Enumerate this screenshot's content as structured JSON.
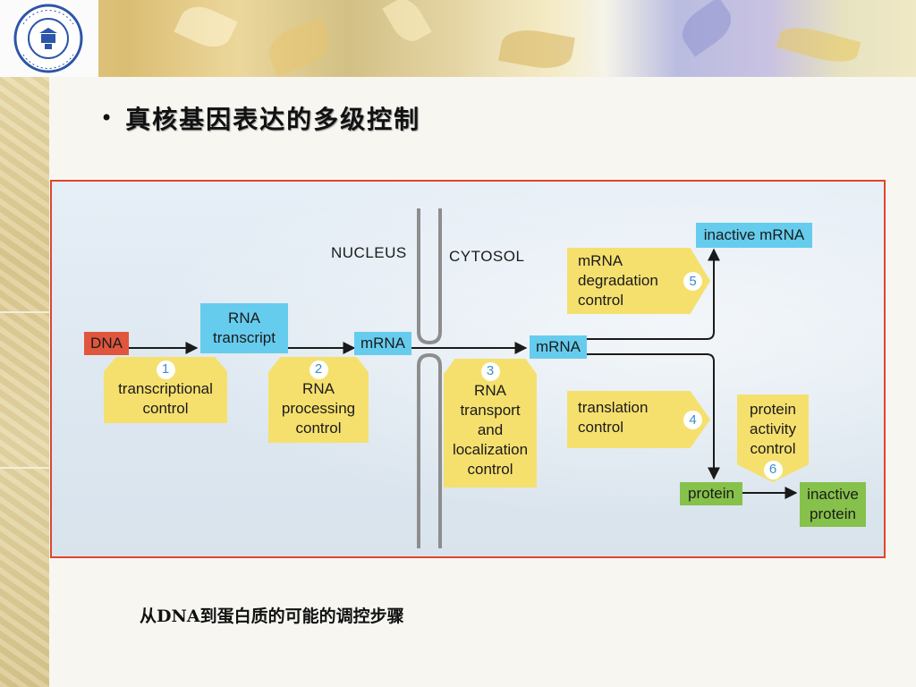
{
  "slide": {
    "title": "真核基因表达的多级控制",
    "bullet": "•",
    "caption": "从DNA到蛋白质的可能的调控步骤"
  },
  "logo": {
    "text": "NORTHEAST NORMAL UNIVERSITY"
  },
  "diagram": {
    "regions": {
      "nucleus": "NUCLEUS",
      "cytosol": "CYTOSOL"
    },
    "molecules": {
      "dna": "DNA",
      "rna_transcript": [
        "RNA",
        "transcript"
      ],
      "mrna_nucleus": "mRNA",
      "mrna_cytosol": "mRNA",
      "inactive_mrna": "inactive mRNA",
      "protein": "protein",
      "inactive_protein": [
        "inactive",
        "protein"
      ]
    },
    "controls": [
      {
        "number": "1",
        "lines": [
          "transcriptional",
          "control"
        ]
      },
      {
        "number": "2",
        "lines": [
          "RNA",
          "processing",
          "control"
        ]
      },
      {
        "number": "3",
        "lines": [
          "RNA",
          "transport",
          "and",
          "localization",
          "control"
        ]
      },
      {
        "number": "4",
        "lines": [
          "translation",
          "control"
        ]
      },
      {
        "number": "5",
        "lines": [
          "mRNA",
          "degradation",
          "control"
        ]
      },
      {
        "number": "6",
        "lines": [
          "protein",
          "activity",
          "control"
        ]
      }
    ],
    "colors": {
      "molecule": "#66ccee",
      "dna": "#e0563d",
      "protein": "#86c14b",
      "control": "#f5e06e",
      "frame": "#e2452a"
    }
  }
}
